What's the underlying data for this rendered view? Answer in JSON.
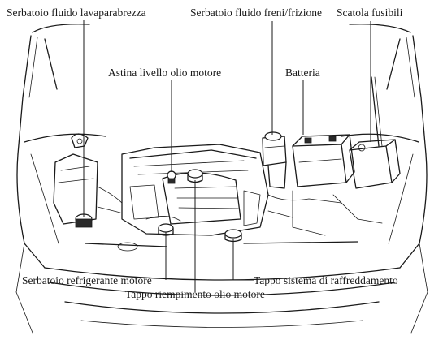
{
  "labels": {
    "washer_reservoir": "Serbatoio fluido lavaparabrezza",
    "brake_clutch_reservoir": "Serbatoio fluido freni/frizione",
    "fuse_box": "Scatola fusibili",
    "oil_dipstick": "Astina livello olio motore",
    "battery": "Batteria",
    "coolant_reservoir": "Serbatoio refrigerante motore",
    "cooling_cap": "Tappo sistema di raffreddamento",
    "oil_filler_cap": "Tappo riempimento olio motore"
  }
}
